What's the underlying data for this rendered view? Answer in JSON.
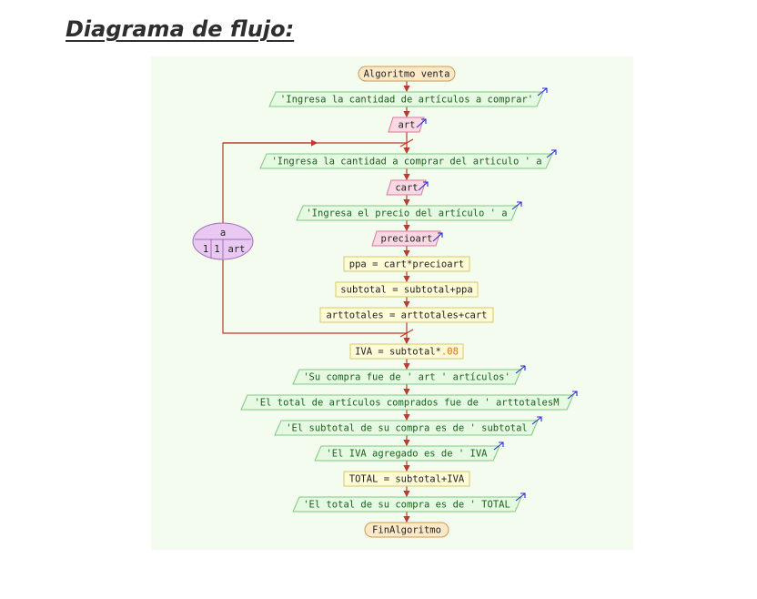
{
  "page": {
    "heading": "Diagrama de flujo:"
  },
  "flowchart": {
    "start": "Algoritmo venta",
    "prompt_articles": "'Ingresa la cantidad de artículos a comprar'",
    "read_art": "art",
    "loop": {
      "var": "a",
      "start": "1",
      "step": "1",
      "end": "art"
    },
    "prompt_qty": "'Ingresa la cantidad a comprar del articulo ' a",
    "read_cart": "cart",
    "prompt_price": "'Ingresa el precio del artículo ' a",
    "read_price": "precioart",
    "assign_ppa": "ppa = cart*precioart",
    "assign_subtotal": "subtotal = subtotal+ppa",
    "assign_arttotales": "arttotales = arttotales+cart",
    "assign_iva": {
      "lhs": "IVA = subtotal*",
      "num": ".08"
    },
    "out_compra": "'Su compra fue de ' art ' artículos'",
    "out_total_articulos": "'El total de artículos comprados fue de ' arttotalesM",
    "out_subtotal": "'El subtotal de su compra es de ' subtotal",
    "out_iva": "'El IVA agregado es de ' IVA",
    "assign_total": "TOTAL = subtotal+IVA",
    "out_total": "'El total de su compra es de ' TOTAL",
    "end": "FinAlgoritmo"
  },
  "colors": {
    "canvas": "#f3fcef",
    "flow_line": "#c0392b",
    "start_fill": "#fde9c8",
    "start_stroke": "#cc9a55",
    "output_fill": "#e6fae3",
    "output_stroke": "#7fc97f",
    "input_fill": "#fbd9e4",
    "input_stroke": "#d77a9a",
    "process_fill": "#fffbd6",
    "process_stroke": "#d9c86a",
    "loop_fill": "#e9c8f2",
    "loop_stroke": "#a36fb8",
    "arrow_icon": "#2a2ad8"
  }
}
